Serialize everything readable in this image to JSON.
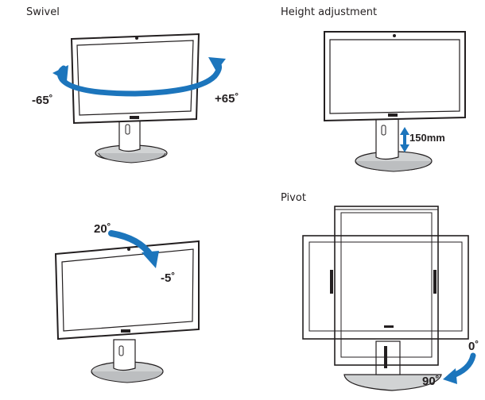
{
  "panels": {
    "swivel": {
      "title": "Swivel",
      "left_angle": "-65˚",
      "right_angle": "+65˚"
    },
    "height": {
      "title": "Height adjustment",
      "range": "150mm"
    },
    "tilt": {
      "up_angle": "20˚",
      "down_angle": "-5˚"
    },
    "pivot": {
      "title": "Pivot",
      "start_angle": "0˚",
      "end_angle": "90˚"
    }
  },
  "colors": {
    "arrow_blue": "#1c75bc",
    "line": "#231f20",
    "stand_gray": "#d1d3d4"
  }
}
